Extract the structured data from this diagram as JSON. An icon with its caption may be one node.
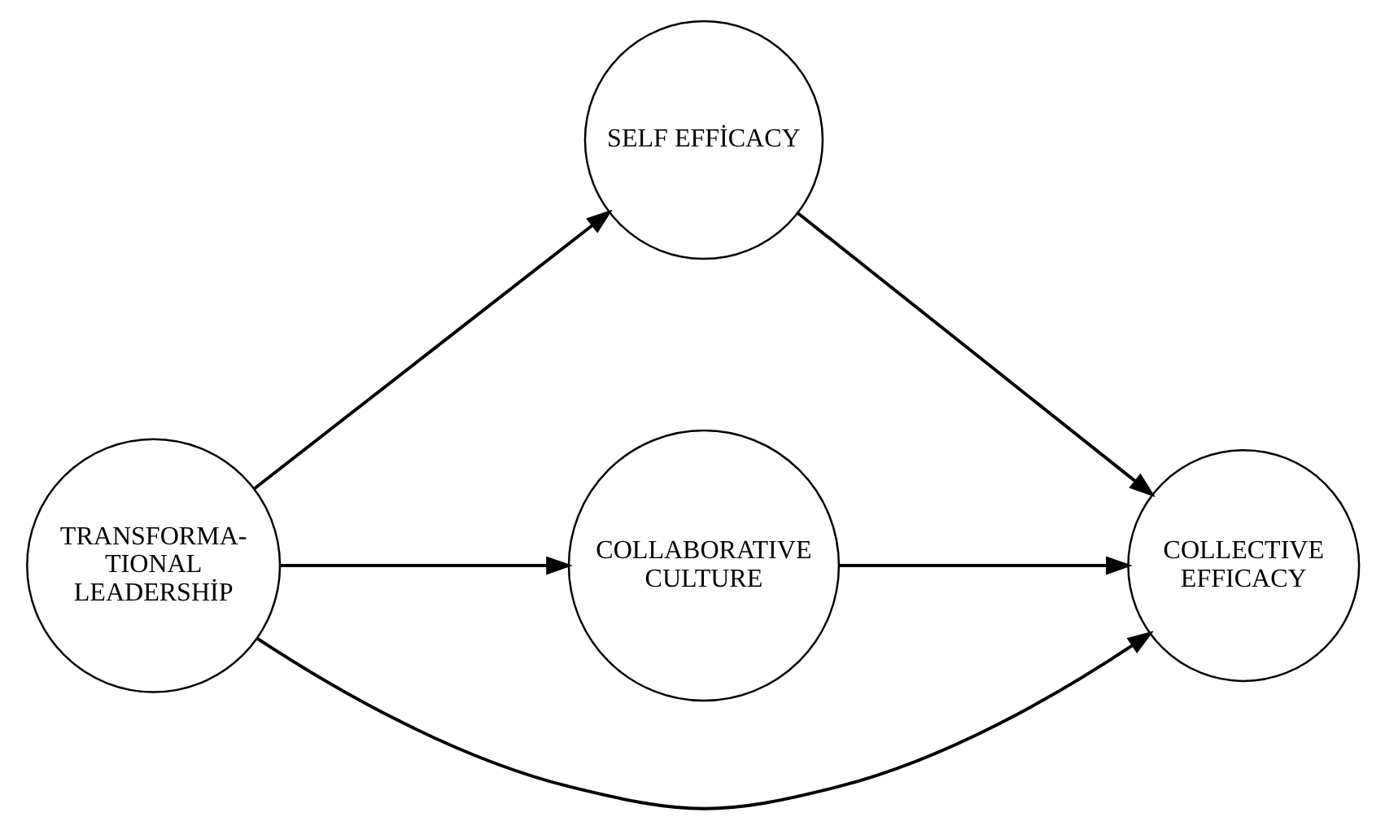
{
  "diagram": {
    "nodes": [
      {
        "text": [
          "TRANSFORMA- TIONAL LEADERSHİP"
        ]
      },
      {
        "text": [
          "SELF EFFİCACY"
        ]
      },
      {
        "text": [
          "COLLABORATIVE CULTURE"
        ]
      },
      {
        "text": [
          "COLLECTIVE EFFICACY"
        ]
      }
    ],
    "edges": [
      {
        "from": 0,
        "to": 1,
        "arrow": "to"
      },
      {
        "from": 0,
        "to": 3,
        "arrow": "to"
      },
      {
        "from": 0,
        "to": 2,
        "arrow": "to"
      },
      {
        "from": 1,
        "to": 3,
        "arrow": "to"
      },
      {
        "from": 2,
        "to": 3,
        "arrow": "to"
      }
    ]
  }
}
